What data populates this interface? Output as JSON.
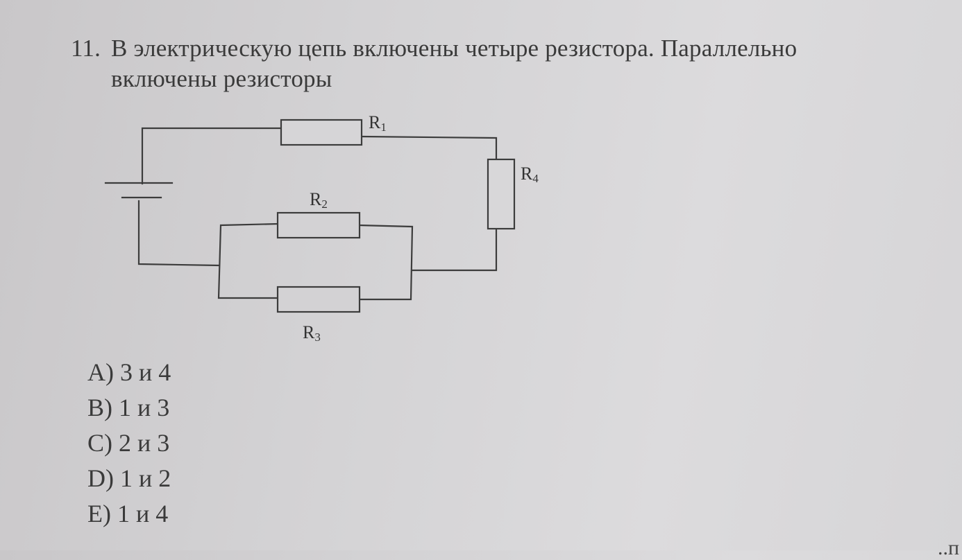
{
  "question": {
    "number": "11.",
    "line1": "В электрическую цепь включены четыре резистора. Параллельно",
    "line2": "включены резисторы"
  },
  "circuit": {
    "resistors": [
      {
        "letter": "R",
        "index": "1"
      },
      {
        "letter": "R",
        "index": "2"
      },
      {
        "letter": "R",
        "index": "3"
      },
      {
        "letter": "R",
        "index": "4"
      }
    ]
  },
  "answers": [
    "A) 3 и 4",
    "B) 1 и 3",
    "C) 2 и 3",
    "D) 1 и 2",
    "E) 1 и 4"
  ],
  "corner_text": "..п"
}
